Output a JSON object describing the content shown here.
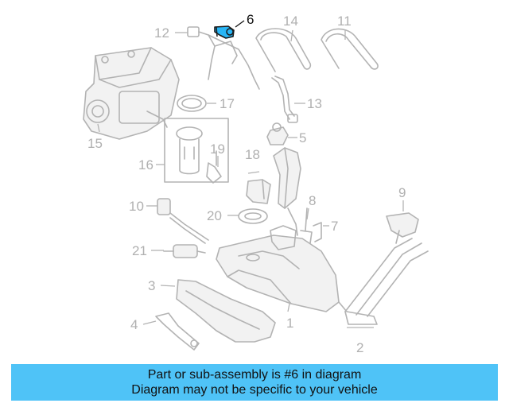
{
  "callouts": [
    {
      "id": "1",
      "label": "1"
    },
    {
      "id": "2",
      "label": "2"
    },
    {
      "id": "3",
      "label": "3"
    },
    {
      "id": "4",
      "label": "4"
    },
    {
      "id": "5",
      "label": "5"
    },
    {
      "id": "6",
      "label": "6"
    },
    {
      "id": "7",
      "label": "7"
    },
    {
      "id": "8",
      "label": "8"
    },
    {
      "id": "9",
      "label": "9"
    },
    {
      "id": "10",
      "label": "10"
    },
    {
      "id": "11",
      "label": "11"
    },
    {
      "id": "12",
      "label": "12"
    },
    {
      "id": "13",
      "label": "13"
    },
    {
      "id": "14",
      "label": "14"
    },
    {
      "id": "15",
      "label": "15"
    },
    {
      "id": "16",
      "label": "16"
    },
    {
      "id": "17",
      "label": "17"
    },
    {
      "id": "18",
      "label": "18"
    },
    {
      "id": "19",
      "label": "19"
    },
    {
      "id": "20",
      "label": "20"
    },
    {
      "id": "21",
      "label": "21"
    }
  ],
  "highlighted_part": "6",
  "colors": {
    "highlight_part": "#29b6f6",
    "banner": "#4fc3f7",
    "muted": "#b3b3b3"
  },
  "banner": {
    "line1": "Part or sub-assembly is #6 in diagram",
    "line2": "Diagram may not be specific to your vehicle"
  }
}
